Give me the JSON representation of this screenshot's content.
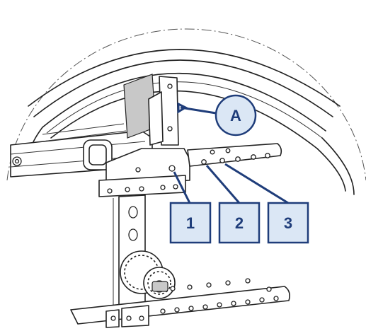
{
  "callouts": {
    "a": "A",
    "n1": "1",
    "n2": "2",
    "n3": "3"
  },
  "colors": {
    "callout_stroke": "#1f3d7a",
    "callout_fill": "#dbe7f5",
    "line_art": "#222222"
  }
}
